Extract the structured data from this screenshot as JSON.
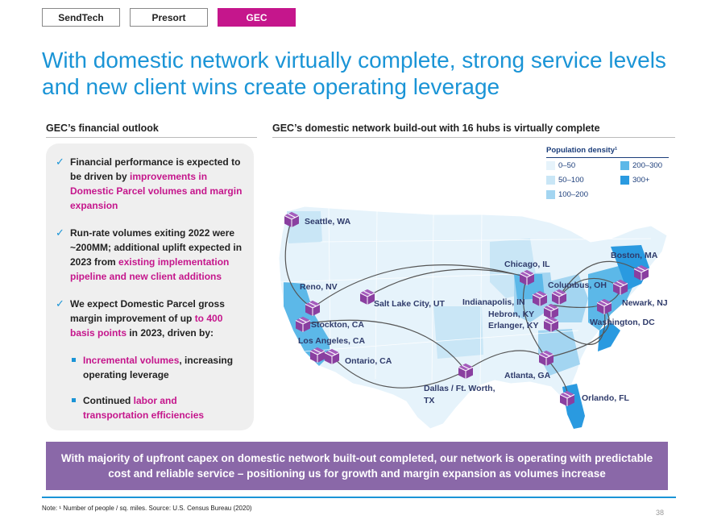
{
  "tabs": [
    {
      "label": "SendTech"
    },
    {
      "label": "Presort"
    },
    {
      "label": "GEC"
    }
  ],
  "title": "With domestic network virtually complete, strong service levels and new client wins create operating leverage",
  "left_section": {
    "heading": "GEC’s financial outlook",
    "bullets": [
      {
        "text_a": "Financial performance is expected to be driven by ",
        "highlight": "improvements in Domestic Parcel volumes and margin expansion",
        "text_b": ""
      },
      {
        "text_a": "Run-rate volumes exiting 2022 were ~200MM; additional uplift expected in 2023 from ",
        "highlight": "existing implementation pipeline and new client additions",
        "text_b": ""
      },
      {
        "text_a": "We expect Domestic Parcel gross margin improvement of up ",
        "highlight": "to 400 basis points",
        "text_b": " in 2023, driven by:"
      }
    ],
    "sub_bullets": [
      {
        "highlight": "Incremental volumes",
        "text": ", increasing operating leverage"
      },
      {
        "text": "Continued ",
        "highlight": "labor and transportation efficiencies"
      }
    ]
  },
  "right_section": {
    "heading": "GEC’s domestic network build-out with 16 hubs is virtually complete",
    "legend": {
      "title": "Population density¹",
      "items": [
        {
          "label": "0–50",
          "color": "#e6f3fb"
        },
        {
          "label": "200–300",
          "color": "#5cb8e8"
        },
        {
          "label": "50–100",
          "color": "#c9e6f6"
        },
        {
          "label": "300+",
          "color": "#2a9ae0"
        },
        {
          "label": "100–200",
          "color": "#a3d5f1"
        }
      ]
    },
    "hubs": [
      {
        "label": "Seattle, WA"
      },
      {
        "label": "Reno, NV"
      },
      {
        "label": "Salt Lake City, UT"
      },
      {
        "label": "Stockton, CA"
      },
      {
        "label": "Los Angeles, CA"
      },
      {
        "label": "Ontario, CA"
      },
      {
        "label": "Dallas / Ft. Worth,"
      },
      {
        "label": "TX"
      },
      {
        "label": "Chicago, IL"
      },
      {
        "label": "Indianapolis, IN"
      },
      {
        "label": "Hebron, KY"
      },
      {
        "label": "Erlanger, KY"
      },
      {
        "label": "Columbus, OH"
      },
      {
        "label": "Boston, MA"
      },
      {
        "label": "Newark, NJ"
      },
      {
        "label": "Washington, DC"
      },
      {
        "label": "Atlanta, GA"
      },
      {
        "label": "Orlando, FL"
      }
    ],
    "icon": "parcel-box-icon",
    "hub_color": "#8a3fa0"
  },
  "banner": "With majority of upfront capex on domestic network built-out completed, our network is operating with predictable cost and reliable service – positioning us for growth and margin expansion as volumes increase",
  "footnote": "Note: ¹ Number of people / sq. miles. Source: U.S. Census Bureau (2020)",
  "page_number": "38",
  "colors": {
    "accent_blue": "#1a94d6",
    "accent_pink": "#c5168c",
    "banner_purple": "#8a68a8"
  }
}
